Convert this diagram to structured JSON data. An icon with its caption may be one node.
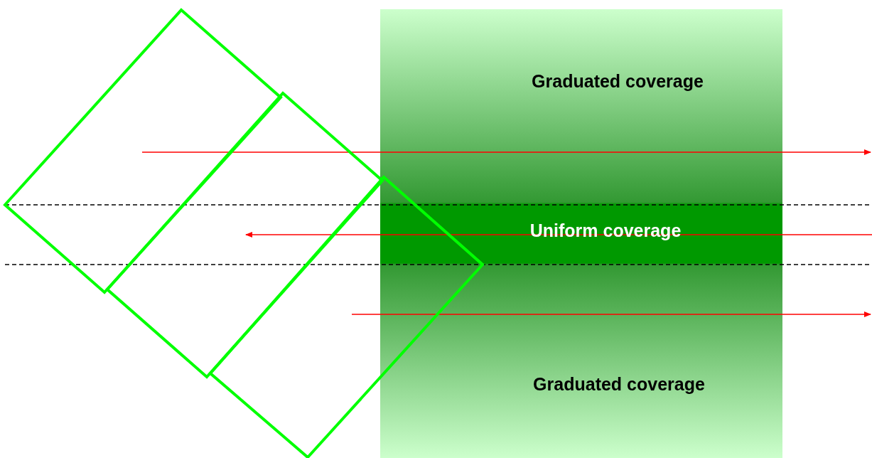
{
  "diagram": {
    "nodes": [
      {
        "text": [
          "Graduated coverage",
          "Uniform coverage",
          "Graduated coverage"
        ]
      }
    ],
    "edges": []
  }
}
